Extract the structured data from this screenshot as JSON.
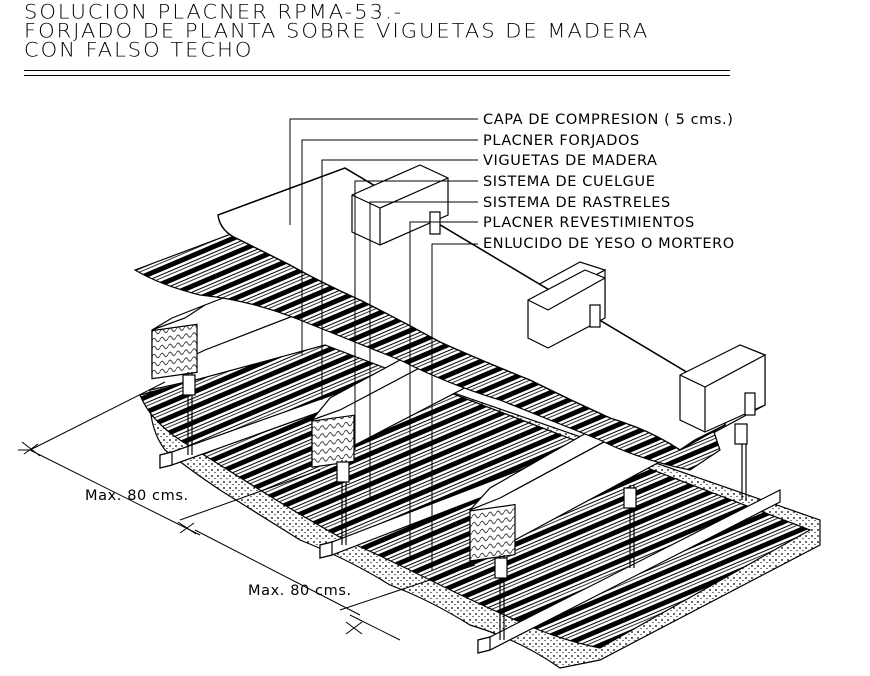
{
  "title": {
    "line1": "SOLUCION PLACNER RPMA-53.-",
    "line2": "FORJADO DE PLANTA SOBRE VIGUETAS DE MADERA",
    "line3": "CON FALSO TECHO"
  },
  "callouts": [
    "CAPA DE COMPRESION ( 5 cms.)",
    "PLACNER FORJADOS",
    "VIGUETAS DE MADERA",
    "SISTEMA DE CUELGUE",
    "SISTEMA DE RASTRELES",
    "PLACNER REVESTIMIENTOS",
    "ENLUCIDO DE YESO O MORTERO"
  ],
  "dimensions": {
    "spacing1": "Max. 80 cms.",
    "spacing2": "Max. 80 cms."
  },
  "colors": {
    "ink": "#000000",
    "paper": "#ffffff"
  }
}
